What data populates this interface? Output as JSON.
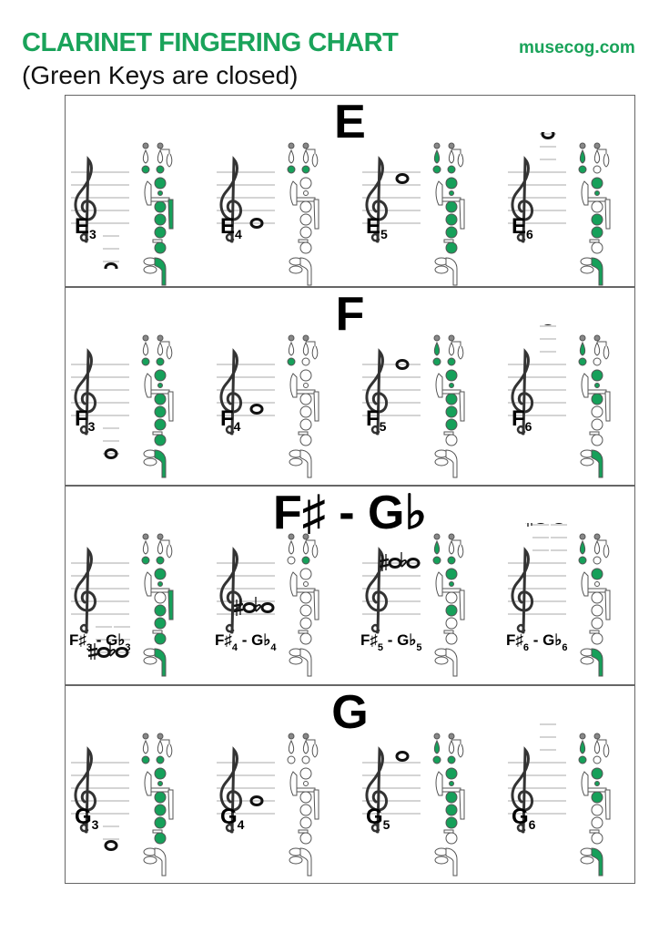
{
  "header": {
    "title": "CLARINET FINGERING CHART",
    "subtitle": "(Green Keys are closed)",
    "site": "musecog.com"
  },
  "colors": {
    "closed": "#16a05a",
    "open": "#ffffff",
    "brand": "#1aa35a",
    "gray_key": "#888888"
  },
  "sections": [
    {
      "title": "E",
      "notes": [
        {
          "name": "E",
          "octave": "3",
          "closed": [
            "thumb",
            "L1",
            "L2",
            "sliver",
            "L3",
            "R1",
            "R2",
            "R3",
            "side_e",
            "pinky"
          ]
        },
        {
          "name": "E",
          "octave": "4",
          "closed": [
            "thumb",
            "L1"
          ]
        },
        {
          "name": "E",
          "octave": "5",
          "closed": [
            "register",
            "thumb",
            "L1",
            "L2",
            "sliver",
            "L3",
            "R1",
            "R2",
            "R3"
          ]
        },
        {
          "name": "E",
          "octave": "6",
          "closed": [
            "register",
            "thumb",
            "L2",
            "sliver",
            "R1",
            "R2",
            "pinky"
          ]
        }
      ]
    },
    {
      "title": "F",
      "notes": [
        {
          "name": "F",
          "octave": "3",
          "closed": [
            "thumb",
            "L1",
            "L2",
            "sliver",
            "L3",
            "R1",
            "R2",
            "R3",
            "pinky"
          ]
        },
        {
          "name": "F",
          "octave": "4",
          "closed": [
            "thumb"
          ]
        },
        {
          "name": "F",
          "octave": "5",
          "closed": [
            "register",
            "thumb",
            "L1",
            "L2",
            "sliver",
            "L3",
            "R1",
            "R2"
          ]
        },
        {
          "name": "F",
          "octave": "6",
          "closed": [
            "register",
            "thumb",
            "L2",
            "sliver",
            "L3",
            "pinky"
          ]
        }
      ]
    },
    {
      "title": "F♯ - G♭",
      "notes": [
        {
          "name": "F♯",
          "alt": "G♭",
          "octave": "3",
          "closed": [
            "thumb",
            "L1",
            "L2",
            "sliver",
            "R1",
            "R2",
            "R3",
            "side_e",
            "pinky"
          ]
        },
        {
          "name": "F♯",
          "alt": "G♭",
          "octave": "4",
          "closed": [
            "L1"
          ]
        },
        {
          "name": "F♯",
          "alt": "G♭",
          "octave": "5",
          "closed": [
            "register",
            "thumb",
            "L1",
            "L2",
            "sliver",
            "R1"
          ]
        },
        {
          "name": "F♯",
          "alt": "G♭",
          "octave": "6",
          "closed": [
            "register",
            "thumb",
            "L2",
            "pinky"
          ]
        }
      ]
    },
    {
      "title": "G",
      "notes": [
        {
          "name": "G",
          "octave": "3",
          "closed": [
            "thumb",
            "L1",
            "L2",
            "sliver",
            "L3",
            "R1",
            "R2",
            "R3"
          ]
        },
        {
          "name": "G",
          "octave": "4",
          "closed": []
        },
        {
          "name": "G",
          "octave": "5",
          "closed": [
            "register",
            "thumb",
            "L1",
            "L2",
            "sliver",
            "L3",
            "R1",
            "R2"
          ]
        },
        {
          "name": "G",
          "octave": "6",
          "closed": [
            "register",
            "thumb",
            "L2",
            "sliver",
            "L3",
            "pinky"
          ]
        }
      ]
    }
  ]
}
